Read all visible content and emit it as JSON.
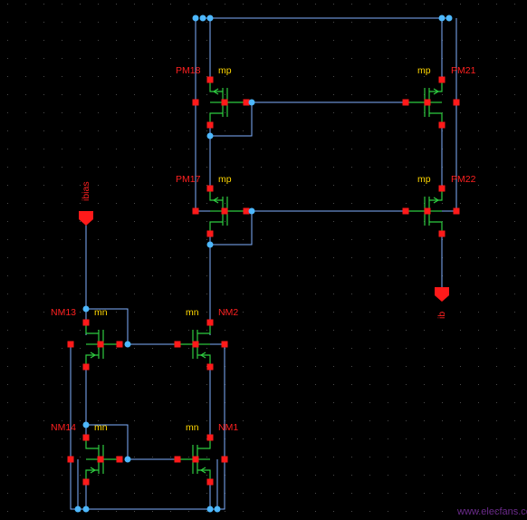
{
  "schematic": {
    "background": "#000000",
    "colors": {
      "wire": "#7fb0ff",
      "device": "#2ecc40",
      "pin_square": "#ff1a1a",
      "junction": "#4db8ff",
      "instance_label": "#ff2020",
      "model_label": "#ffd700",
      "grid_dot": "#4a4a4a"
    },
    "pins": [
      {
        "id": "pin-ibias",
        "label": "ibias",
        "icon": "input-pin-icon"
      },
      {
        "id": "pin-ib",
        "label": "ib",
        "icon": "output-pin-icon"
      }
    ],
    "devices": [
      {
        "id": "PM18",
        "model": "mp",
        "type": "pmos"
      },
      {
        "id": "PM21",
        "model": "mp",
        "type": "pmos"
      },
      {
        "id": "PM17",
        "model": "mp",
        "type": "pmos"
      },
      {
        "id": "PM22",
        "model": "mp",
        "type": "pmos"
      },
      {
        "id": "NM13",
        "model": "mn",
        "type": "nmos"
      },
      {
        "id": "NM2",
        "model": "mn",
        "type": "nmos"
      },
      {
        "id": "NM14",
        "model": "mn",
        "type": "nmos"
      },
      {
        "id": "NM1",
        "model": "mn",
        "type": "nmos"
      }
    ],
    "watermark": "www.elecfans.com"
  }
}
